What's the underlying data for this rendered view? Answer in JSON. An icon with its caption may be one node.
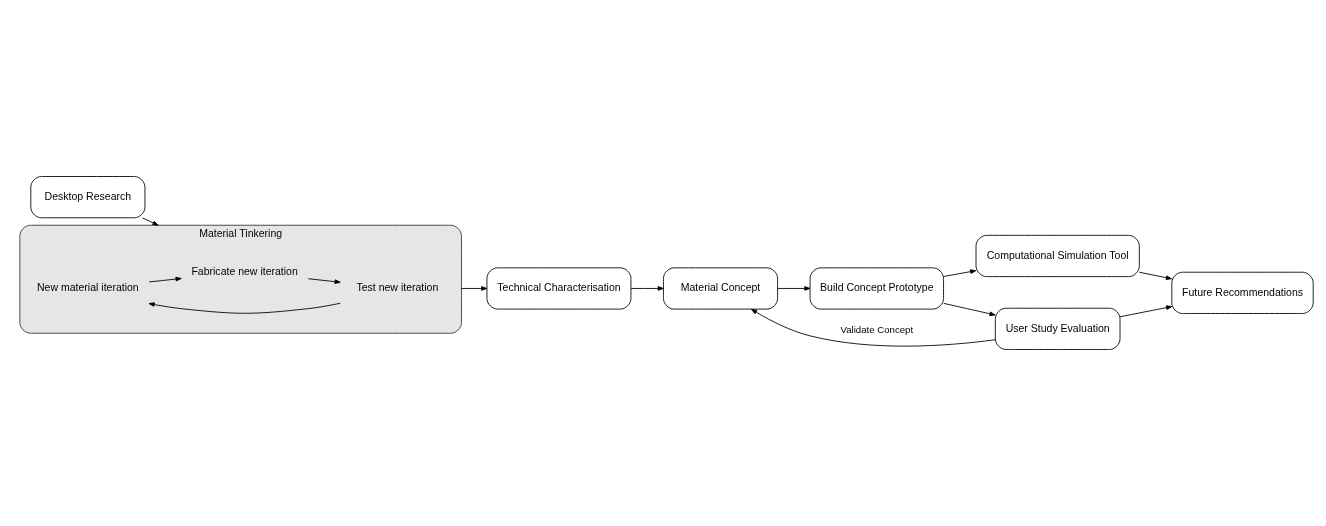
{
  "diagram": {
    "nodes": [
      {
        "text": [
          "Desktop Research"
        ]
      },
      {
        "text": [
          "Material Tinkering"
        ]
      },
      {
        "text": [
          "New material iteration"
        ],
        "in": 1
      },
      {
        "text": [
          "Fabricate new iteration"
        ],
        "in": 1
      },
      {
        "text": [
          "Test new iteration"
        ],
        "in": 1
      },
      {
        "text": [
          "Technical Characterisation"
        ]
      },
      {
        "text": [
          "Material Concept"
        ]
      },
      {
        "text": [
          "Build Concept Prototype"
        ]
      },
      {
        "text": [
          "User Study Evaluation"
        ]
      },
      {
        "text": [
          "Computational Simulation Tool"
        ]
      },
      {
        "text": [
          "Future Recommendations"
        ]
      }
    ],
    "edges": [
      {
        "from": 0,
        "to": 1,
        "arrow": "to"
      },
      {
        "from": 2,
        "to": 3,
        "arrow": "to"
      },
      {
        "from": 3,
        "to": 4,
        "arrow": "to"
      },
      {
        "from": 4,
        "to": 2,
        "arrow": "to"
      },
      {
        "from": 1,
        "to": 5,
        "arrow": "to"
      },
      {
        "from": 5,
        "to": 6,
        "arrow": "to"
      },
      {
        "from": 6,
        "to": 7,
        "arrow": "to"
      },
      {
        "from": 7,
        "to": 8,
        "arrow": "to"
      },
      {
        "from": 7,
        "to": 9,
        "arrow": "to"
      },
      {
        "from": 8,
        "to": 6,
        "arrow": "to",
        "label": "Validate Concept"
      },
      {
        "from": 8,
        "to": 10,
        "arrow": "to"
      },
      {
        "from": 9,
        "to": 10,
        "arrow": "to"
      }
    ]
  }
}
